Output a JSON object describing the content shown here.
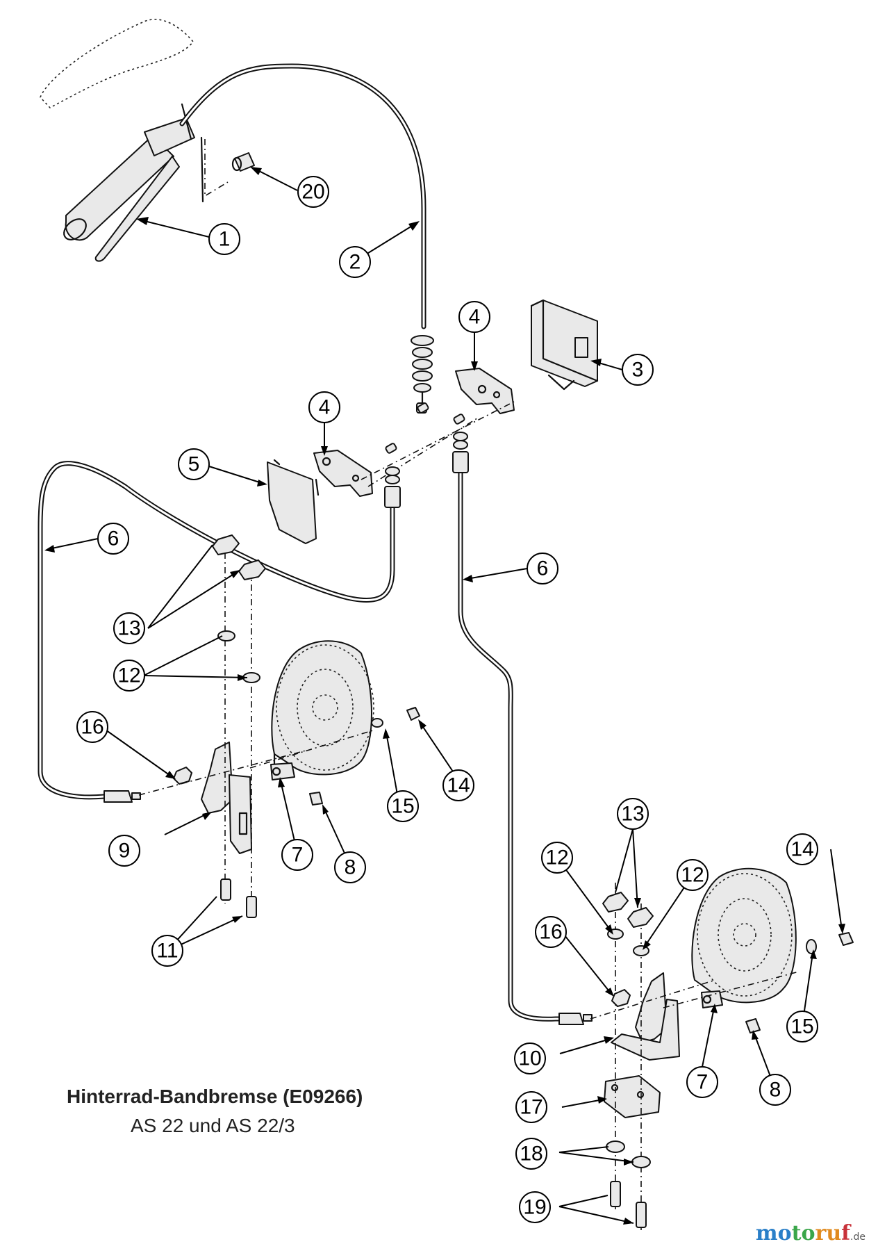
{
  "title": "Hinterrad-Bandbremse (E09266)",
  "subtitle": "AS 22 und AS 22/3",
  "brand": {
    "name_parts": [
      "mo",
      "to",
      "ru",
      "f"
    ],
    "tld": ".de",
    "colors": [
      "#2a7fc8",
      "#3aa64a",
      "#e08a1e",
      "#c8323a"
    ]
  },
  "callouts": [
    "1",
    "2",
    "3",
    "4",
    "4",
    "5",
    "6",
    "6",
    "7",
    "7",
    "8",
    "8",
    "9",
    "10",
    "11",
    "12",
    "12",
    "12",
    "13",
    "13",
    "14",
    "14",
    "15",
    "15",
    "16",
    "16",
    "17",
    "18",
    "19",
    "20"
  ]
}
